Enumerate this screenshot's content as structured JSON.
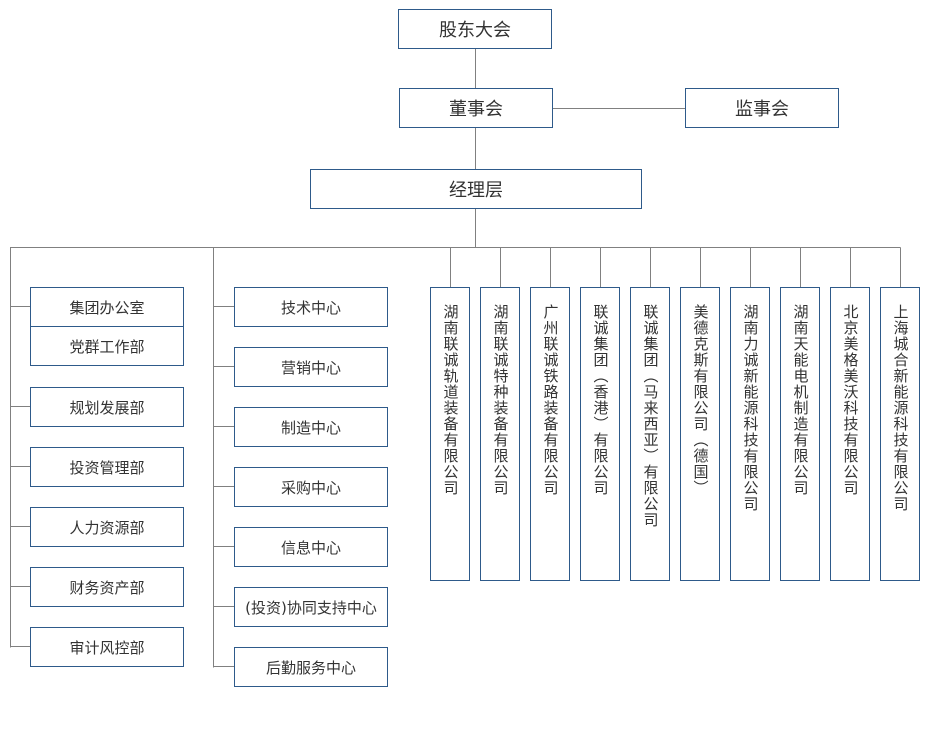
{
  "colors": {
    "border": "#2e5a8a",
    "line": "#808080",
    "text": "#333333"
  },
  "top": {
    "shareholders": "股东大会",
    "board": "董事会",
    "supervisors": "监事会",
    "management": "经理层"
  },
  "departments": [
    "集团办公室",
    "党群工作部",
    "规划发展部",
    "投资管理部",
    "人力资源部",
    "财务资产部",
    "审计风控部"
  ],
  "centers": [
    "技术中心",
    "营销中心",
    "制造中心",
    "采购中心",
    "信息中心",
    "(投资)协同支持中心",
    "后勤服务中心"
  ],
  "subsidiaries": [
    "湖南联诚轨道装备有限公司",
    "湖南联诚特种装备有限公司",
    "广州联诚铁路装备有限公司",
    "联诚集团（香港）有限公司",
    "联诚集团（马来西亚）有限公司",
    "美德克斯有限公司（德国）",
    "湖南力诚新能源科技有限公司",
    "湖南天能电机制造有限公司",
    "北京美格美沃科技有限公司",
    "上海城合新能源科技有限公司"
  ]
}
